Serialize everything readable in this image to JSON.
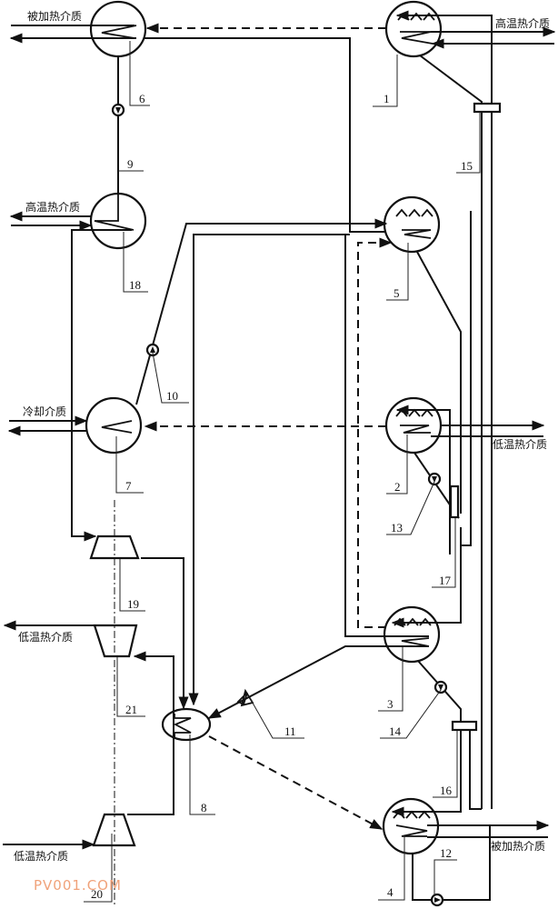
{
  "diagram": {
    "title": "",
    "media_labels": {
      "heated_medium_top_left": "被加热介质",
      "high_temp_top_right": "高温热介质",
      "high_temp_left": "高温热介质",
      "cooling_medium": "冷却介质",
      "low_temp_right": "低温热介质",
      "low_temp_left_mid": "低温热介质",
      "low_temp_left_bottom": "低温热介质",
      "heated_medium_bottom_right": "被加热介质"
    },
    "components": [
      {
        "id": "1",
        "type": "generator"
      },
      {
        "id": "2",
        "type": "generator"
      },
      {
        "id": "3",
        "type": "generator"
      },
      {
        "id": "4",
        "type": "generator"
      },
      {
        "id": "5",
        "type": "generator"
      },
      {
        "id": "6",
        "type": "heat-exchanger"
      },
      {
        "id": "7",
        "type": "condenser"
      },
      {
        "id": "8",
        "type": "evaporator"
      },
      {
        "id": "9",
        "type": "pump"
      },
      {
        "id": "10",
        "type": "pump"
      },
      {
        "id": "11",
        "type": "throttle-valve"
      },
      {
        "id": "12",
        "type": "pump"
      },
      {
        "id": "13",
        "type": "pump"
      },
      {
        "id": "14",
        "type": "pump"
      },
      {
        "id": "15",
        "type": "solution-heat-exchanger"
      },
      {
        "id": "16",
        "type": "solution-heat-exchanger"
      },
      {
        "id": "17",
        "type": "solution-heat-exchanger"
      },
      {
        "id": "18",
        "type": "heat-exchanger"
      },
      {
        "id": "19",
        "type": "turbine"
      },
      {
        "id": "20",
        "type": "turbine"
      },
      {
        "id": "21",
        "type": "compressor"
      }
    ],
    "watermark": "PV001.COM"
  }
}
